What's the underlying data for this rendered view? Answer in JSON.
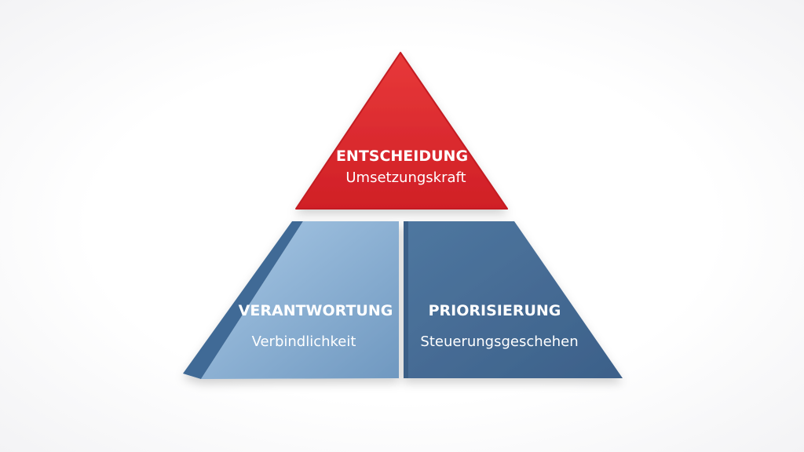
{
  "top": {
    "title": "ENTSCHEIDUNG",
    "subtitle": "Umsetzungskraft",
    "color": "#e0242b"
  },
  "left": {
    "title": "VERANTWORTUNG",
    "subtitle": "Verbindlichkeit",
    "color": "#7fa6c9"
  },
  "right": {
    "title": "PRIORISIERUNG",
    "subtitle": "Steuerungsgeschehen",
    "color": "#456c96"
  }
}
